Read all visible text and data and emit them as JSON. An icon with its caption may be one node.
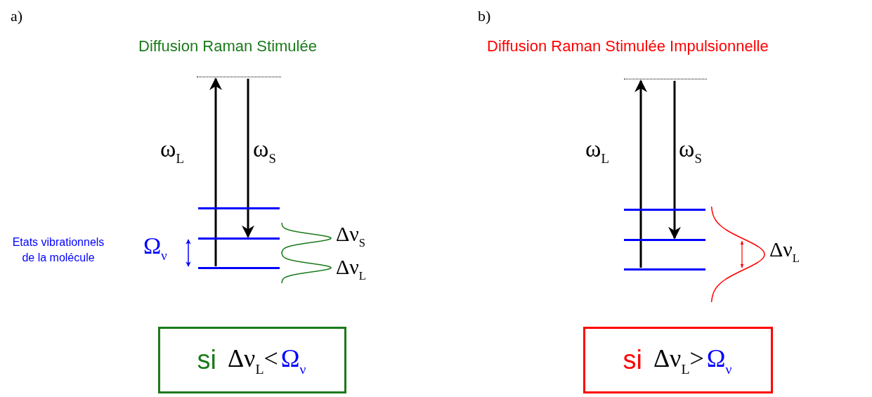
{
  "diagram": {
    "nodes": [
      {
        "text": [],
        "shape": "bar"
      },
      {
        "text": [],
        "shape": "bar"
      },
      {
        "text": [],
        "shape": "bar"
      },
      {
        "text": [],
        "shape": "bar"
      },
      {
        "text": [
          "si",
          "Δν$_{L}$<",
          "Ω$_{ν}$"
        ]
      },
      {
        "text": [],
        "shape": "bar"
      },
      {
        "text": [],
        "shape": "bar"
      },
      {
        "text": [],
        "shape": "bar"
      },
      {
        "text": [],
        "shape": "bar"
      },
      {
        "text": [
          "si",
          "Δν$_{L}$>",
          "Ω$_{ν}$"
        ]
      }
    ],
    "edges": [
      {
        "from": 3,
        "to": 0,
        "arrow": "to",
        "label": "ω$_{L}$"
      },
      {
        "from": 0,
        "to": 2,
        "arrow": "to",
        "label": "ω$_{S}$"
      },
      {
        "from": 8,
        "to": 5,
        "arrow": "to",
        "label": "ω$_{L}$"
      },
      {
        "from": 5,
        "to": 7,
        "arrow": "to",
        "label": "ω$_{S}$"
      },
      {
        "from": 3,
        "to": 2,
        "arrow": "both",
        "label": "Ω$_{ν}$",
        "color": "#0000ff"
      }
    ],
    "labels": [
      "a)",
      "Diffusion Raman Stimulée",
      "Etats vibrationnels de la molécule",
      "Δν$_{S}$",
      "Δν$_{L}$",
      "b)",
      "Diffusion Raman Stimulée Impulsionnelle",
      "Δν$_{L}$"
    ]
  }
}
